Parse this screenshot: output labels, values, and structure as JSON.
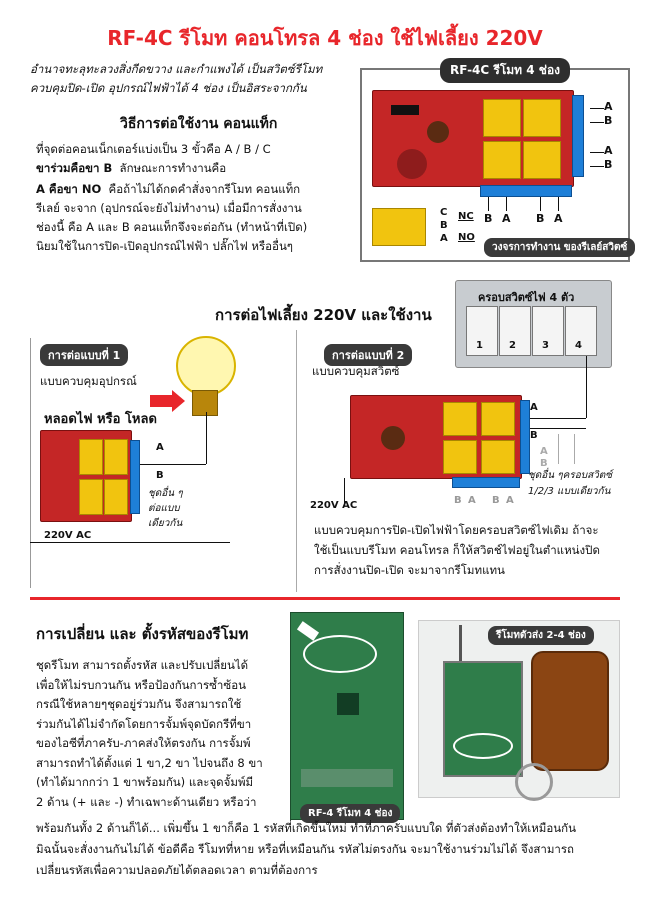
{
  "title": "RF-4C รีโมท คอนโทรล 4 ช่อง ใช้ไฟเลี้ยง 220V",
  "intro": {
    "line1": "อำนาจทะลุทะลวงสิ่งกีดขวาง และกำแพงได้ เป็นสวิตซ์รีโมท",
    "line2": "ควบคุมปิด-เปิด อุปกรณ์ไฟฟ้าได้ 4 ช่อง เป็นอิสระจากกัน"
  },
  "contact": {
    "heading": "วิธีการต่อใช้งาน คอนแท็ก",
    "line1": "ที่จุดต่อคอนเน็กเตอร์แบ่งเป็น 3 ขั้วคือ A / B / C",
    "line2_bold": "ขาร่วมคือขา B",
    "line2_rest": "ลักษณะการทำงานคือ",
    "line3_bold": "A คือขา NO",
    "line3_rest": "คือถ้าไม่ได้กดคำสั่งจากรีโมท คอนแท็ก",
    "line4": "รีเลย์ จะจาก (อุปกรณ์จะยังไม่ทำงาน) เมื่อมีการสั่งงาน",
    "line5": "ช่องนี้ คือ A และ B คอนแท็กจึงจะต่อกัน (ทำหน้าที่เปิด)",
    "line6": "นิยมใช้ในการปิด-เปิดอุปกรณ์ไฟฟ้า ปลั๊กไฟ หรืออื่นๆ"
  },
  "board_box": {
    "label": "RF-4C รีโมท 4 ช่อง",
    "right_labels": [
      "A",
      "B",
      "A",
      "B"
    ],
    "bottom_labels": [
      "B",
      "A",
      "B",
      "A"
    ],
    "relay_labels": [
      "C",
      "B",
      "A"
    ],
    "nc": "NC",
    "no": "NO",
    "caption": "วงจรการทำงาน ของรีเลย์สวิตซ์"
  },
  "wiring": {
    "heading": "การต่อไฟเลี้ยง 220V และใช้งาน",
    "switch_title": "ครอบสวิตซ์ไฟ 4 ตัว",
    "switch_numbers": [
      "1",
      "2",
      "3",
      "4"
    ],
    "method1": {
      "badge": "การต่อแบบที่ 1",
      "desc": "แบบควบคุมอุปกรณ์",
      "bulb_label": "หลอดไฟ หรือ โหลด",
      "a": "A",
      "b": "B",
      "side1": "ชุดอื่น ๆ",
      "side2": "ต่อแบบ",
      "side3": "เดียวกัน",
      "power": "220V AC"
    },
    "method2": {
      "badge": "การต่อแบบที่ 2",
      "desc": "แบบควบคุมสวิตซ์",
      "power": "220V AC",
      "a": "A",
      "b": "B",
      "ghost_a": "A",
      "ghost_b": "B",
      "bottom_labels": [
        "B",
        "A",
        "B",
        "A"
      ],
      "note1": "ชุดอื่น ๆครอบสวิตซ์",
      "note2": "1/2/3 แบบเดียวกัน"
    },
    "paragraph": {
      "line1": "แบบควบคุมการปิด-เปิดไฟฟ้าโดยครอบสวิตซ์ไฟเดิม ถ้าจะ",
      "line2": "ใช้เป็นแบบรีโมท คอนโทรล ก็ให้สวิตช์ไฟอยู่ในตำแหน่งปิด",
      "line3": "การสั่งงานปิด-เปิด จะมาจากรีโมทแทน"
    }
  },
  "code": {
    "heading": "การเปลี่ยน และ ตั้งรหัสของรีโมท",
    "pcb_label": "RF-4 รีโมท 4 ช่อง",
    "remote_label": "รีโมทตัวส่ง 2-4 ช่อง",
    "lines": [
      "ชุดรีโมท สามารถตั้งรหัส และปรับเปลี่ยนได้",
      "เพื่อให้ไม่รบกวนกัน หรือป้องกันการซ้ำซ้อน",
      "กรณีใช้หลายๆชุดอยู่ร่วมกัน จึงสามารถใช้",
      "ร่วมกันได้ไม่จำกัดโดยการจั้มพ์จุดบัดกรีที่ขา",
      "ของไอซีที่ภาครับ-ภาคส่งให้ตรงกัน การจั้มพ์",
      "สามารถทำได้ตั้งแต่ 1 ขา,2 ขา ไปจนถึง 8 ขา",
      "(ทำได้มากกว่า 1 ขาพร้อมกัน) และจุดจั้มพ์มี",
      "2 ด้าน (+ และ -) ทำเฉพาะด้านเดียว หรือว่า"
    ],
    "full1": "พร้อมกันทั้ง 2 ด้านก็ได้... เพิ่มขึ้น 1 ขาก็คือ 1 รหัสที่เกิดขึ้นใหม่ ทำที่ภาครับแบบใด ที่ตัวส่งต้องทำให้เหมือนกัน",
    "full2": "มิฉนั้นจะสั่งงานกันไม่ได้ ข้อดีคือ รีโมทที่หาย หรือที่เหมือนกัน รหัสไม่ตรงกัน จะมาใช้งานร่วมไม่ได้ จึงสามารถ",
    "full3": "เปลี่ยนรหัสเพื่อความปลอดภัยได้ตลอดเวลา ตามที่ต้องการ"
  }
}
